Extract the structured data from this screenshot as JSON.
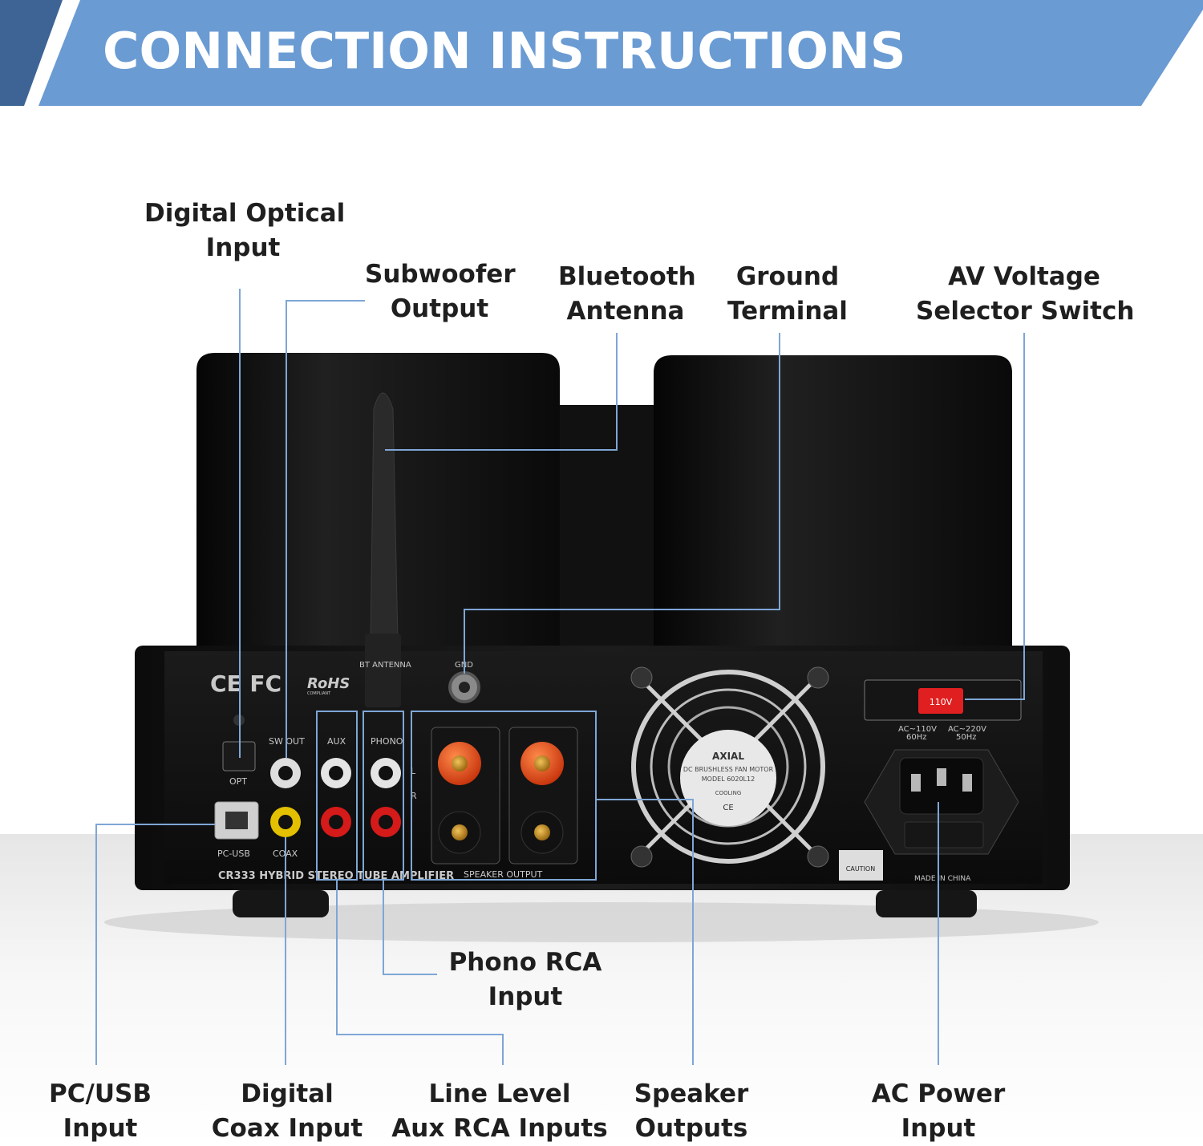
{
  "banner": {
    "title": "CONNECTION INSTRUCTIONS",
    "color": "#6a9bd3",
    "accent_color": "#3d6494"
  },
  "callout_color": "#7ea6d6",
  "labels": {
    "digital_optical": [
      "Digital Optical",
      "Input"
    ],
    "subwoofer": [
      "Subwoofer",
      "Output"
    ],
    "bluetooth": [
      "Bluetooth",
      "Antenna"
    ],
    "ground": [
      "Ground",
      "Terminal"
    ],
    "av_voltage": [
      "AV Voltage",
      "Selector Switch"
    ],
    "phono_rca": [
      "Phono RCA",
      "Input"
    ],
    "pc_usb": [
      "PC/USB",
      "Input"
    ],
    "digital_coax": [
      "Digital",
      "Coax Input"
    ],
    "line_level": [
      "Line Level",
      "Aux RCA Inputs"
    ],
    "speaker_outputs": [
      "Speaker",
      "Outputs"
    ],
    "ac_power": [
      "AC Power",
      "Input"
    ]
  },
  "panel": {
    "marks": "CE FC",
    "rohs": "RoHS",
    "rohs_sub": "COMPLIANT",
    "antenna": "BT ANTENNA",
    "gnd": "GND",
    "opt": "OPT",
    "sw_out": "SW OUT",
    "aux": "AUX",
    "phono": "PHONO",
    "pc_usb": "PC-USB",
    "coax": "COAX",
    "model": "CR333 HYBRID STEREO TUBE AMPLIFIER",
    "speaker_output": "SPEAKER OUTPUT",
    "switch": "110V",
    "ac110": "AC~110V",
    "hz60": "60Hz",
    "ac220": "AC~220V",
    "hz50": "50Hz",
    "caution": "CAUTION",
    "made_in": "MADE IN CHINA",
    "fan_line1": "DC BRUSHLESS FAN MOTOR",
    "fan_line2": "MODEL 6020L12",
    "fan_line3": "COOLING",
    "fan_ce": "CE",
    "fan_brand": "AXIAL",
    "ch_left": "L",
    "ch_right": "R"
  }
}
